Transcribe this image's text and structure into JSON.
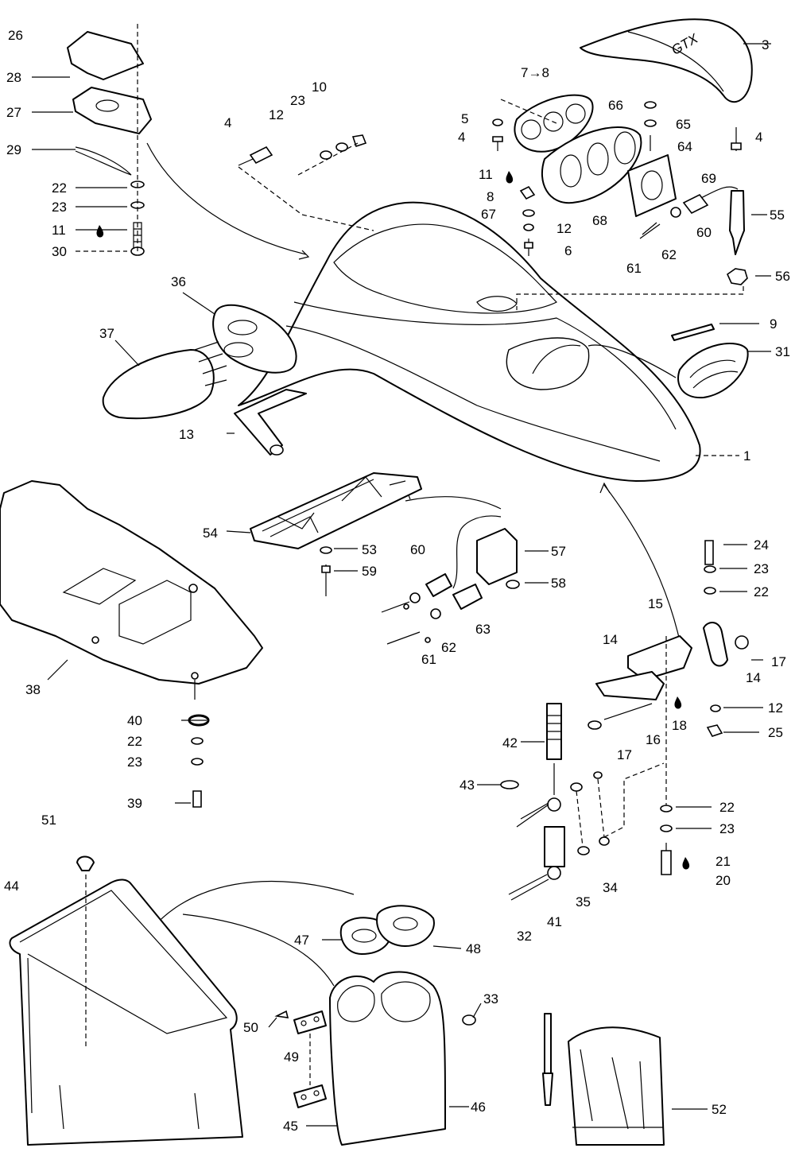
{
  "callouts": {
    "c1": "1",
    "c3": "3",
    "c4a": "4",
    "c4b": "4",
    "c4c": "4",
    "c5": "5",
    "c6": "6",
    "c78": "7→8",
    "c8": "8",
    "c9": "9",
    "c10": "10",
    "c11a": "11",
    "c11b": "11",
    "c12a": "12",
    "c12b": "12",
    "c12c": "12",
    "c13": "13",
    "c14a": "14",
    "c14b": "14",
    "c15": "15",
    "c16": "16",
    "c17a": "17",
    "c17b": "17",
    "c18": "18",
    "c20": "20",
    "c21": "21",
    "c22a": "22",
    "c22b": "22",
    "c22c": "22",
    "c22d": "22",
    "c23a": "23",
    "c23b": "23",
    "c23c": "23",
    "c23d": "23",
    "c23e": "23",
    "c24": "24",
    "c25": "25",
    "c26": "26",
    "c27": "27",
    "c28": "28",
    "c29": "29",
    "c30": "30",
    "c31": "31",
    "c32": "32",
    "c33": "33",
    "c34": "34",
    "c35": "35",
    "c36": "36",
    "c37": "37",
    "c38": "38",
    "c39": "39",
    "c40": "40",
    "c41": "41",
    "c42": "42",
    "c43": "43",
    "c44": "44",
    "c45": "45",
    "c46": "46",
    "c47": "47",
    "c48": "48",
    "c49": "49",
    "c50": "50",
    "c51": "51",
    "c52": "52",
    "c53": "53",
    "c54": "54",
    "c55": "55",
    "c56": "56",
    "c57": "57",
    "c58": "58",
    "c59": "59",
    "c60a": "60",
    "c60b": "60",
    "c61a": "61",
    "c61b": "61",
    "c62a": "62",
    "c62b": "62",
    "c63": "63",
    "c64": "64",
    "c65": "65",
    "c66": "66",
    "c67": "67",
    "c68": "68",
    "c69": "69"
  },
  "logo_text": "GTX"
}
